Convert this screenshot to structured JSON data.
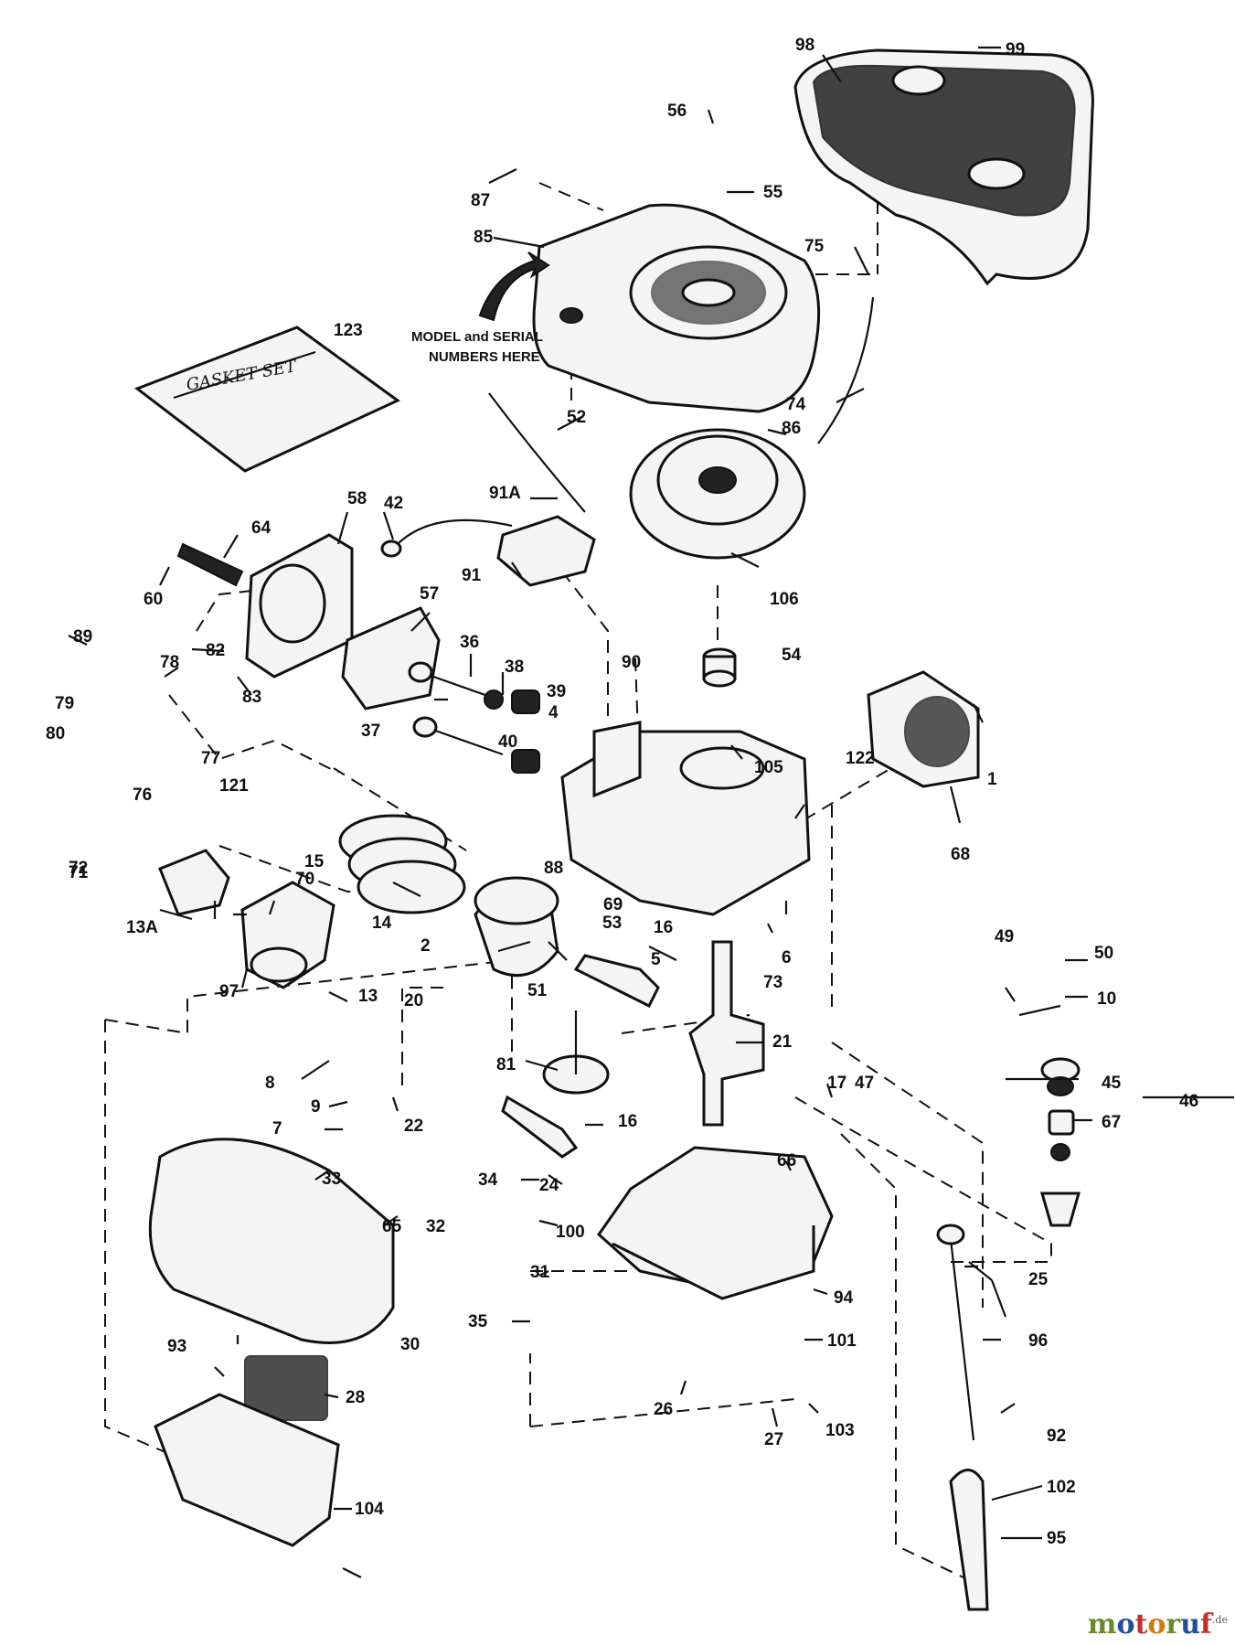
{
  "diagram": {
    "callouts": [
      "123",
      "98",
      "99",
      "56",
      "55",
      "87",
      "85",
      "75",
      "74",
      "86",
      "52",
      "91A",
      "42",
      "58",
      "64",
      "60",
      "91",
      "106",
      "57",
      "89",
      "82",
      "83",
      "36",
      "38",
      "39",
      "90",
      "54",
      "78",
      "79",
      "80",
      "77",
      "76",
      "37",
      "40",
      "4",
      "105",
      "1",
      "122",
      "68",
      "121",
      "15",
      "14",
      "88",
      "69",
      "71",
      "70",
      "72",
      "13A",
      "2",
      "16",
      "53",
      "5",
      "6",
      "73",
      "97",
      "13",
      "20",
      "51",
      "49",
      "50",
      "10",
      "21",
      "81",
      "8",
      "9",
      "7",
      "22",
      "16",
      "17",
      "47",
      "45",
      "46",
      "67",
      "33",
      "34",
      "24",
      "66",
      "65",
      "32",
      "100",
      "25",
      "94",
      "30",
      "31",
      "35",
      "101",
      "96",
      "93",
      "28",
      "26",
      "27",
      "103",
      "92",
      "104",
      "102",
      "95"
    ],
    "model_note_line1": "MODEL and SERIAL",
    "model_note_line2": "NUMBERS HERE",
    "gasket_label": "GASKET SET",
    "colors": {
      "ink": "#111111",
      "paper": "#ffffff"
    }
  },
  "watermark": {
    "letters": [
      "m",
      "o",
      "t",
      "o",
      "r",
      "u",
      "f"
    ],
    "suffix": ".de",
    "colors": [
      "#6a8a2a",
      "#1f4f9a",
      "#c23030",
      "#d07a10"
    ]
  }
}
